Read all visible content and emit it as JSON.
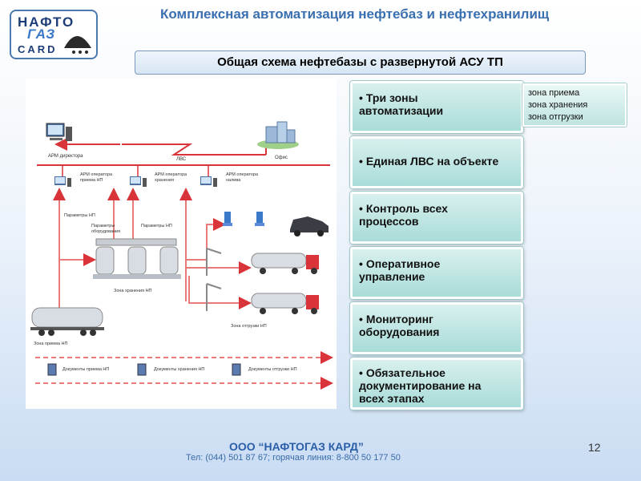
{
  "logo": {
    "line1": "НАФТО",
    "line2": "ГАЗ",
    "line3": "CARD"
  },
  "header": {
    "title": "Комплексная автоматизация нефтебаз и нефтехранилищ",
    "subtitle": "Общая схема нефтебазы с развернутой АСУ ТП"
  },
  "diagram": {
    "labels": {
      "arm_director": "АРМ директора",
      "office": "Офис",
      "lvs": "ЛВС",
      "arm_priema_1": "АРМ оператора",
      "arm_priema_2": "приема НП",
      "arm_hran_1": "АРМ оператора",
      "arm_hran_2": "хранения",
      "arm_naliva_1": "АРМ оператора",
      "arm_naliva_2": "налива",
      "params_np": "Параметры НП",
      "params_obor_1": "Параметры",
      "params_obor_2": "оборудования",
      "params_np_2": "Параметры НП",
      "zone_hran": "Зона хранения НП",
      "zone_otgr": "Зона отгрузки НП",
      "zone_priema": "Зона приема НП",
      "docs_priema": "Документы приема НП",
      "docs_hran": "Документы хранения НП",
      "docs_otgr": "Документы отгрузки НП"
    }
  },
  "bullets": [
    {
      "line1": "Три зоны",
      "line2": "автоматизации"
    },
    {
      "line1": "Единая ЛВС на объекте",
      "line2": ""
    },
    {
      "line1": "Контроль всех",
      "line2": "процессов"
    },
    {
      "line1": "Оперативное",
      "line2": "управление"
    },
    {
      "line1": "Мониторинг",
      "line2": "оборудования"
    },
    {
      "line1": "Обязательное",
      "line2": "документирование  на",
      "line3": "всех этапах"
    }
  ],
  "bullet_glyph": "•",
  "zones": [
    "зона приема",
    "зона хранения",
    "зона отгрузки"
  ],
  "footer": {
    "company": "ООО “НАФТОГАЗ КАРД”",
    "contacts": "Тел: (044) 501 87 67; горячая линия: 8-800 50 177 50",
    "page": "12"
  },
  "colors": {
    "accent": "#3a6fb0",
    "arrow": "#d9343a",
    "bullet_bg": "#a9dcd8"
  }
}
